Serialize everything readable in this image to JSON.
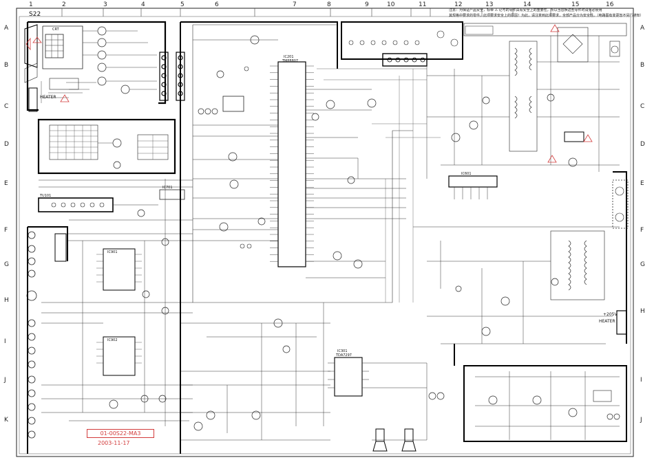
{
  "title": "S22",
  "column_labels": [
    "1",
    "2",
    "3",
    "4",
    "5",
    "6",
    "7",
    "8",
    "9",
    "10",
    "11",
    "12",
    "13",
    "14",
    "15",
    "16"
  ],
  "row_labels_left": [
    "A",
    "B",
    "C",
    "D",
    "E",
    "F",
    "G",
    "H",
    "I",
    "J",
    "K"
  ],
  "row_labels_right": [
    "A",
    "B",
    "C",
    "D",
    "E",
    "F",
    "G",
    "H",
    "I",
    "J"
  ],
  "notice_lines": [
    "注意：为保证产品安全，标带 ⚠ 记号的零件具有安全上的重要性，所以当替换这些零件时请务必使用",
    "其规格中要求的零件。此项要求安全上的原因！为此，请注意到此项要求，全部产品分为安全性。（电路图有变更恕不另行通知）"
  ],
  "stamp_code": "01-00S22-MA3",
  "stamp_date": "2003-11-17",
  "labels": {
    "crt": "CRT",
    "heater_left": "HEATER",
    "heater_right": "HEATER",
    "voltage_right": "+205V",
    "ic201": "IC201",
    "ic201_part": "TMP8807",
    "ic301": "IC301",
    "ic301_part": "TDA7297",
    "ic601": "IC601",
    "tuner": "TU101",
    "ic701": "IC701",
    "ic_av": "IC901",
    "ic_av2": "IC902"
  },
  "colors": {
    "line": "#1a1a1a",
    "red": "#d23a3a",
    "paper": "#ffffff"
  }
}
